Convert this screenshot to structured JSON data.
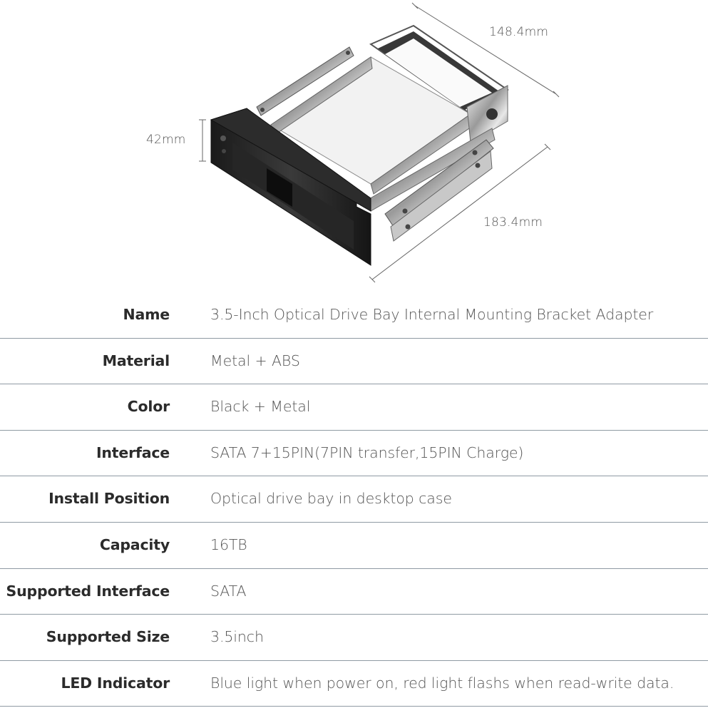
{
  "figure": {
    "dimensions": {
      "width": "148.4mm",
      "height": "42mm",
      "depth": "183.4mm"
    }
  },
  "specs": [
    {
      "label": "Name",
      "value": "3.5-Inch Optical Drive Bay Internal Mounting Bracket Adapter"
    },
    {
      "label": "Material",
      "value": "Metal + ABS"
    },
    {
      "label": "Color",
      "value": "Black + Metal"
    },
    {
      "label": "Interface",
      "value": "SATA 7+15PIN(7PIN transfer,15PIN Charge)"
    },
    {
      "label": "Install Position",
      "value": "Optical drive bay in desktop case"
    },
    {
      "label": "Capacity",
      "value": "16TB"
    },
    {
      "label": "Supported Interface",
      "value": "SATA"
    },
    {
      "label": "Supported Size",
      "value": "3.5inch"
    },
    {
      "label": "LED Indicator",
      "value": "Blue light when power on, red light flashs when read-write data."
    }
  ]
}
